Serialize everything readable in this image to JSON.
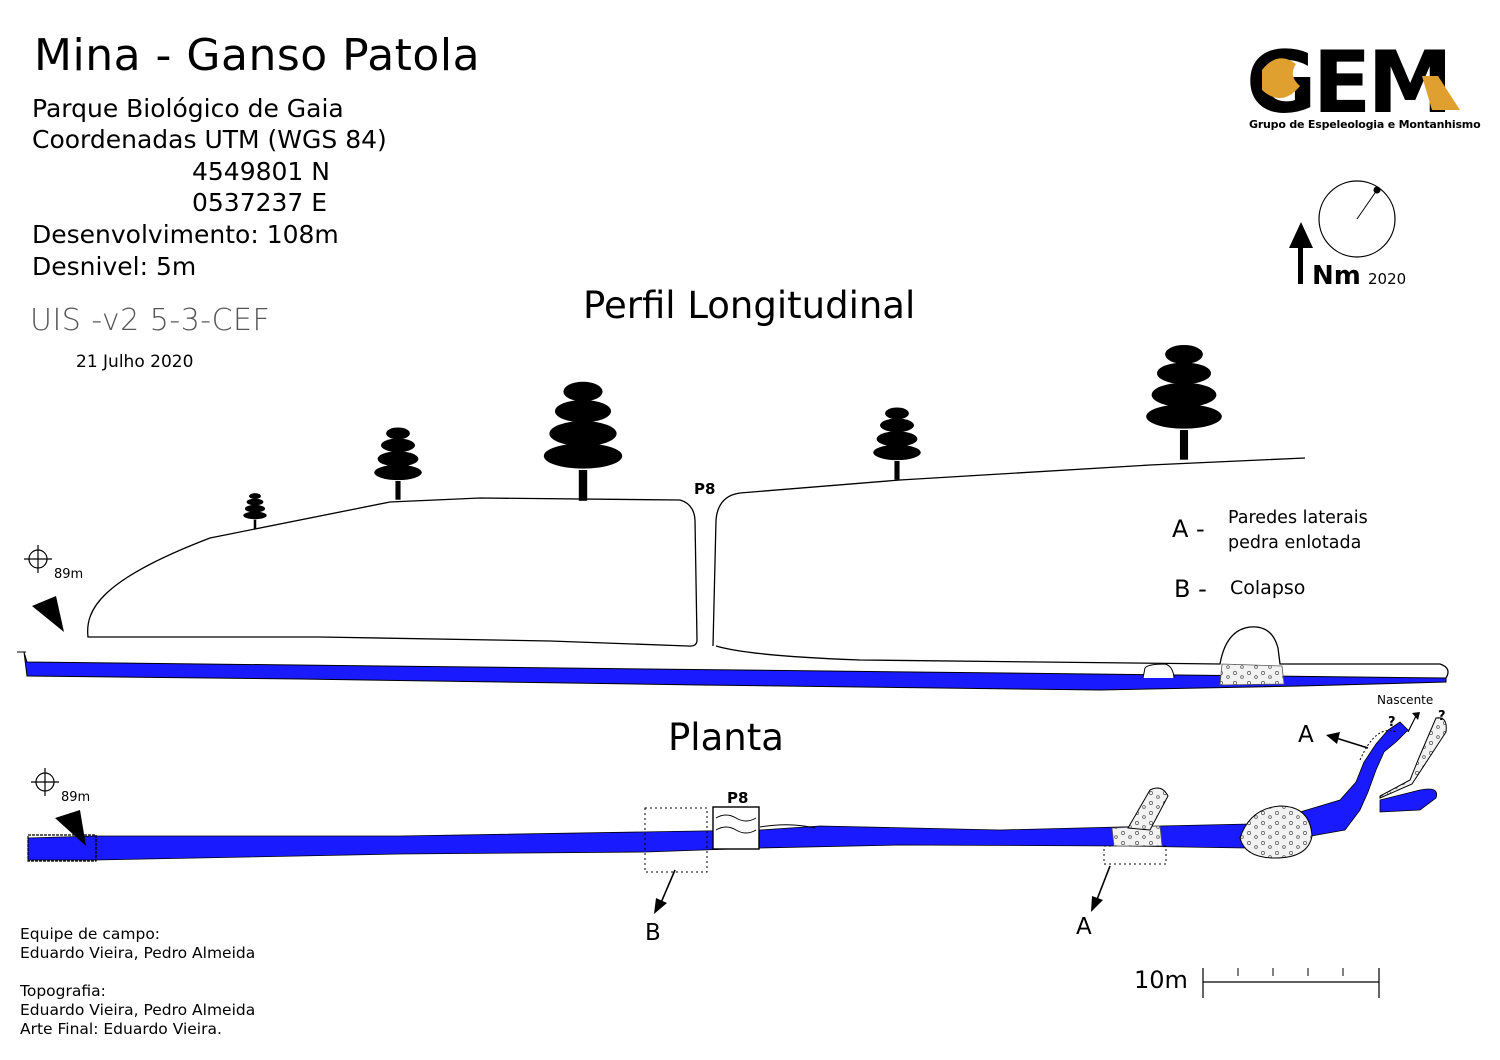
{
  "header": {
    "title": "Mina -  Ganso Patola",
    "location": "Parque Biológico de Gaia",
    "coords_label": "Coordenadas UTM (WGS 84)",
    "northing": "4549801 N",
    "easting": "0537237 E",
    "development": "Desenvolvimento: 108m",
    "drop": "Desnivel: 5m",
    "uis": "UIS -v2 5-3-CEF",
    "date": "21 Julho 2020"
  },
  "logo": {
    "text": "GEM",
    "subtitle": "Grupo de Espeleologia e Montanhismo"
  },
  "north": {
    "label": "Nm",
    "year": "2020"
  },
  "profile": {
    "title": "Perfil Longitudinal",
    "shaft_label": "P8",
    "datum": "89m"
  },
  "plan": {
    "title": "Planta",
    "shaft_label": "P8",
    "datum": "89m",
    "spring_label": "Nascente",
    "question_mark": "?",
    "marker_a": "A",
    "marker_b": "B"
  },
  "legend": {
    "a_key": "A -",
    "a_line1": "Paredes laterais",
    "a_line2": "pedra enlotada",
    "b_key": "B -",
    "b_text": "Colapso"
  },
  "credits": {
    "field_team_label": "Equipe de campo:",
    "field_team": "Eduardo Vieira, Pedro Almeida",
    "survey_label": "Topografia:",
    "survey": "Eduardo Vieira, Pedro Almeida",
    "art": "Arte Final: Eduardo Vieira."
  },
  "scale": {
    "label": "10m"
  },
  "colors": {
    "water": "#1a1aff",
    "logo_accent": "#e0a030",
    "text": "#000000"
  }
}
